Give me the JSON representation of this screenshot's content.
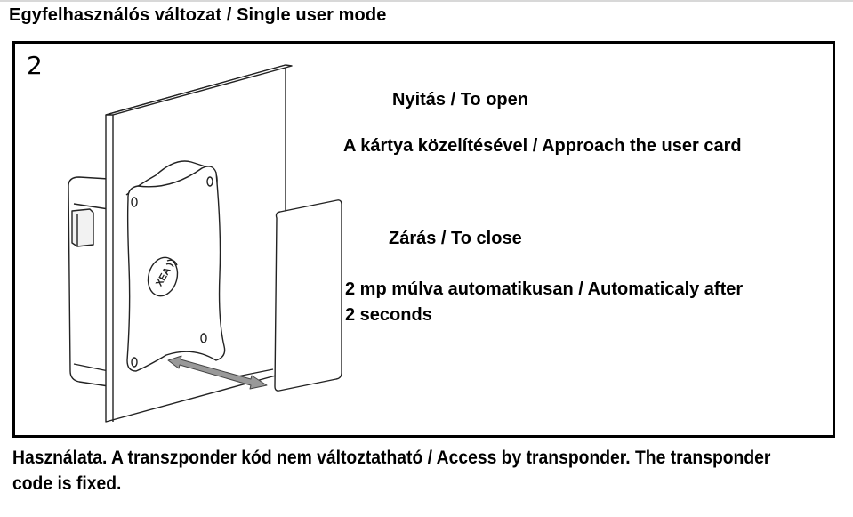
{
  "header": {
    "title": "Egyfelhasználós változat / Single user mode"
  },
  "panel": {
    "step_number": "2",
    "open_heading": "Nyitás / To open",
    "open_instruction": "A kártya közelítésével / Approach the user card",
    "close_heading": "Zárás / To close",
    "close_instruction_line1": "2 mp múlva automatikusan / Automaticaly after",
    "close_instruction_line2": "2 seconds",
    "illustration": {
      "logo_text": "XEA",
      "icons": [
        "door-panel",
        "lock-unit",
        "rfid-logo",
        "user-card",
        "double-arrow"
      ]
    }
  },
  "footer": {
    "note": "Használata. A transzponder kód nem változtatható / Access by transponder. The transponder code is fixed."
  }
}
